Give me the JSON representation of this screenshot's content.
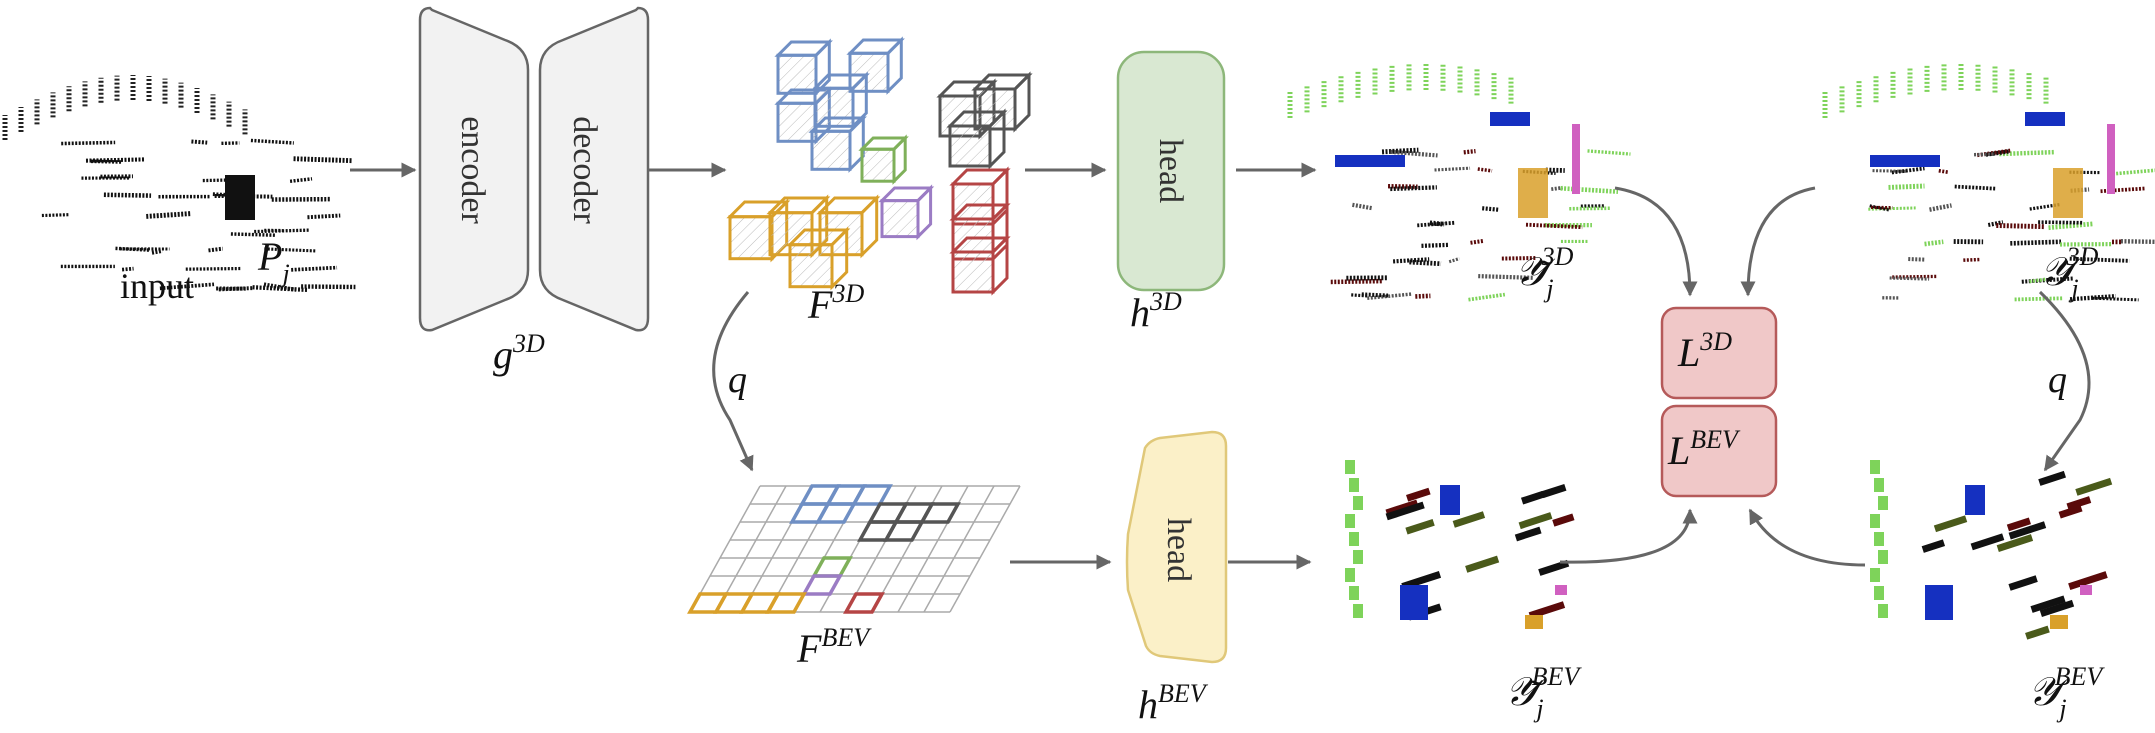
{
  "input_label": "input",
  "point_cloud_label": {
    "base": "P",
    "sub": "j"
  },
  "encoder_label": "encoder",
  "decoder_label": "decoder",
  "backbone_label": {
    "base": "g",
    "sup": "3D"
  },
  "feature3d_label": {
    "base": "F",
    "sup": "3D"
  },
  "head3d_box_label": "head",
  "head3d_label": {
    "base": "h",
    "sup": "3D"
  },
  "pred3d_label": {
    "base": "𝒴̃",
    "sub": "j",
    "sup": "3D"
  },
  "gt3d_label": {
    "base": "𝒴",
    "sub": "j",
    "sup": "3D"
  },
  "projection_label_left": "q",
  "projection_label_right": "q",
  "featurebev_label": {
    "base": "F",
    "sup": "BEV"
  },
  "headbev_box_label": "head",
  "headbev_label": {
    "base": "h",
    "sup": "BEV"
  },
  "predbev_label": {
    "base": "𝒴̃",
    "sub": "j",
    "sup": "BEV"
  },
  "gtbev_label": {
    "base": "𝒴",
    "sub": "j",
    "sup": "BEV"
  },
  "loss3d_label": {
    "base": "L",
    "sup": "3D"
  },
  "lossbev_label": {
    "base": "L",
    "sup": "BEV"
  },
  "colors": {
    "cube_blue": "#6f8fc4",
    "cube_gray": "#555555",
    "cube_green": "#7fb05a",
    "cube_orange": "#d9a02a",
    "cube_purple": "#9b7cc4",
    "cube_red": "#b54545",
    "head3d_fill": "#d9e8d2",
    "head3d_stroke": "#8db77a",
    "headbev_fill": "#fbf0c8",
    "headbev_stroke": "#e0c879",
    "loss_fill": "#f0c8c8",
    "loss_stroke": "#b55a5a",
    "enc_fill": "#f2f2f2",
    "arrow": "#666666",
    "pc_green": "#7ed35a",
    "pc_blue": "#1530c0",
    "pc_darkred": "#5a0a0a",
    "pc_magenta": "#d060c0"
  }
}
